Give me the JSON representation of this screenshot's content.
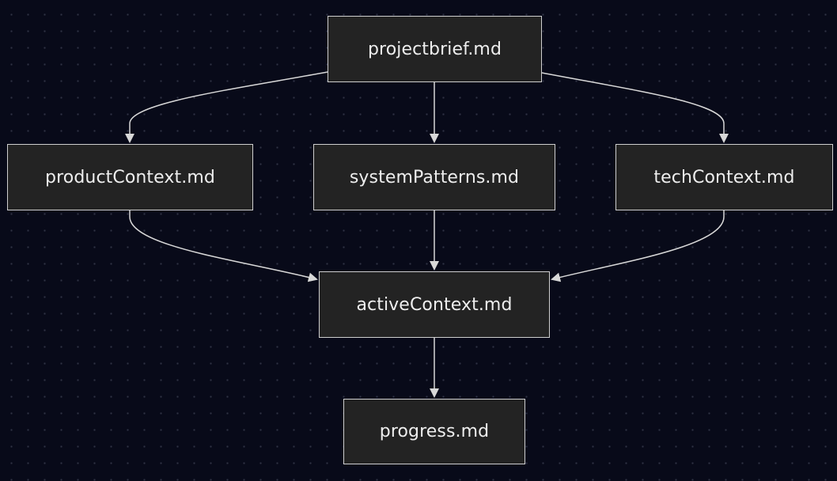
{
  "diagram": {
    "colors": {
      "background": "#080a19",
      "node_fill": "#232323",
      "node_border": "#cfcfcf",
      "node_text": "#eeeeee",
      "edge": "#d8d8d8"
    },
    "nodes": {
      "brief": "projectbrief.md",
      "product": "productContext.md",
      "system": "systemPatterns.md",
      "tech": "techContext.md",
      "active": "activeContext.md",
      "progress": "progress.md"
    },
    "edges": [
      {
        "from": "projectbrief.md",
        "to": "productContext.md"
      },
      {
        "from": "projectbrief.md",
        "to": "systemPatterns.md"
      },
      {
        "from": "projectbrief.md",
        "to": "techContext.md"
      },
      {
        "from": "productContext.md",
        "to": "activeContext.md"
      },
      {
        "from": "systemPatterns.md",
        "to": "activeContext.md"
      },
      {
        "from": "techContext.md",
        "to": "activeContext.md"
      },
      {
        "from": "activeContext.md",
        "to": "progress.md"
      }
    ]
  }
}
